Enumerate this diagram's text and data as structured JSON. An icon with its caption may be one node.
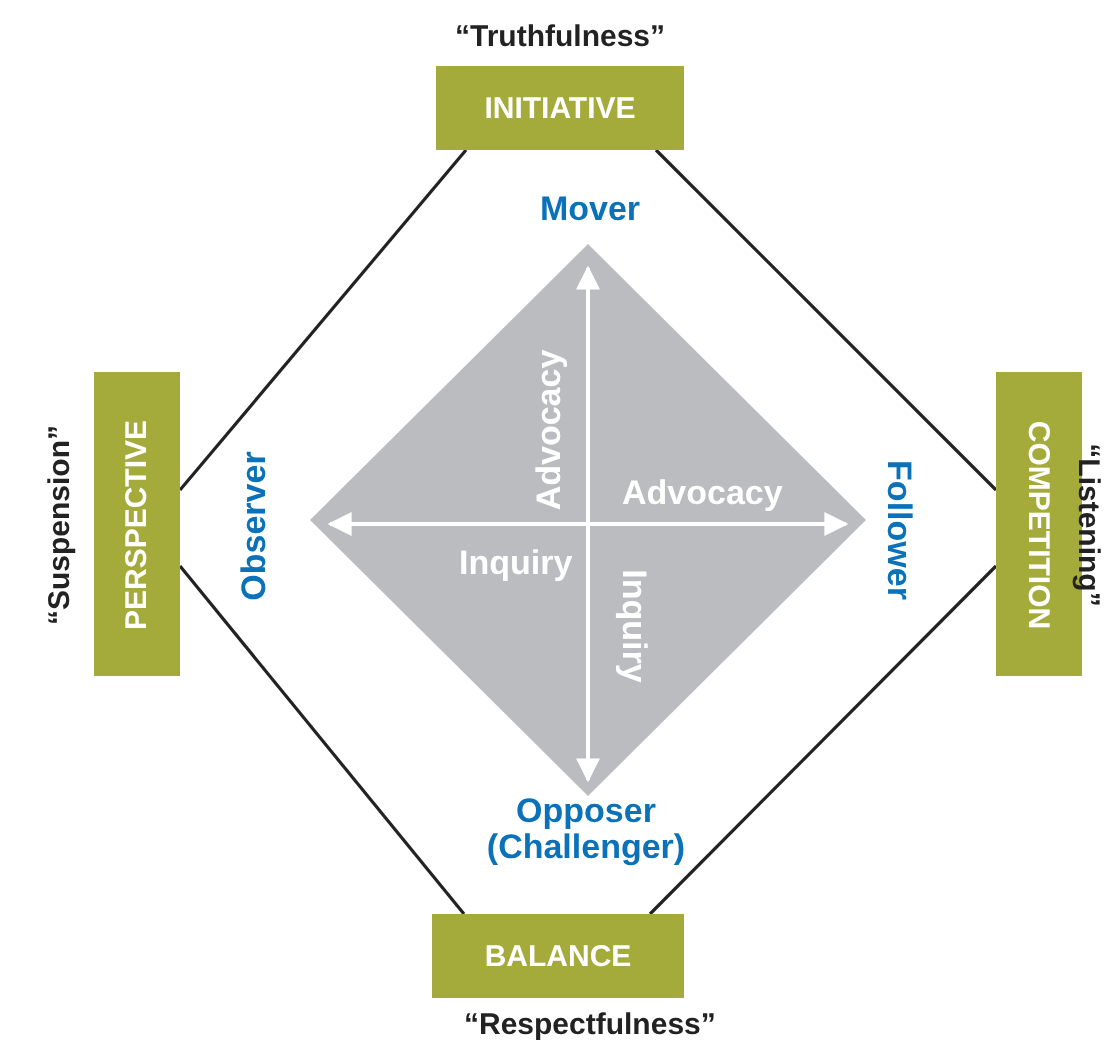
{
  "diagram": {
    "nodes": [
      {
        "text": [
          "INITIATIVE"
        ],
        "beside": [
          "“Truthfulness”"
        ]
      },
      {
        "text": [
          "PERSPECTIVE"
        ],
        "beside": [
          "“Suspension”"
        ]
      },
      {
        "text": [
          "COMPETITION"
        ],
        "beside": [
          "“Listening”"
        ]
      },
      {
        "text": [
          "BALANCE"
        ],
        "beside": [
          "“Respectfulness”"
        ]
      },
      {
        "text": [
          "Advocacy",
          "Advocacy",
          "Inquiry",
          "Inquiry"
        ]
      }
    ],
    "edges": [
      {
        "from": 0,
        "to": 2,
        "arrow": "none"
      },
      {
        "from": 2,
        "to": 3,
        "arrow": "none"
      },
      {
        "from": 3,
        "to": 1,
        "arrow": "none"
      },
      {
        "from": 1,
        "to": 0,
        "arrow": "none"
      }
    ],
    "labels": [
      "Mover",
      "Observer",
      "Follower",
      "Opposer (Challenger)"
    ]
  }
}
